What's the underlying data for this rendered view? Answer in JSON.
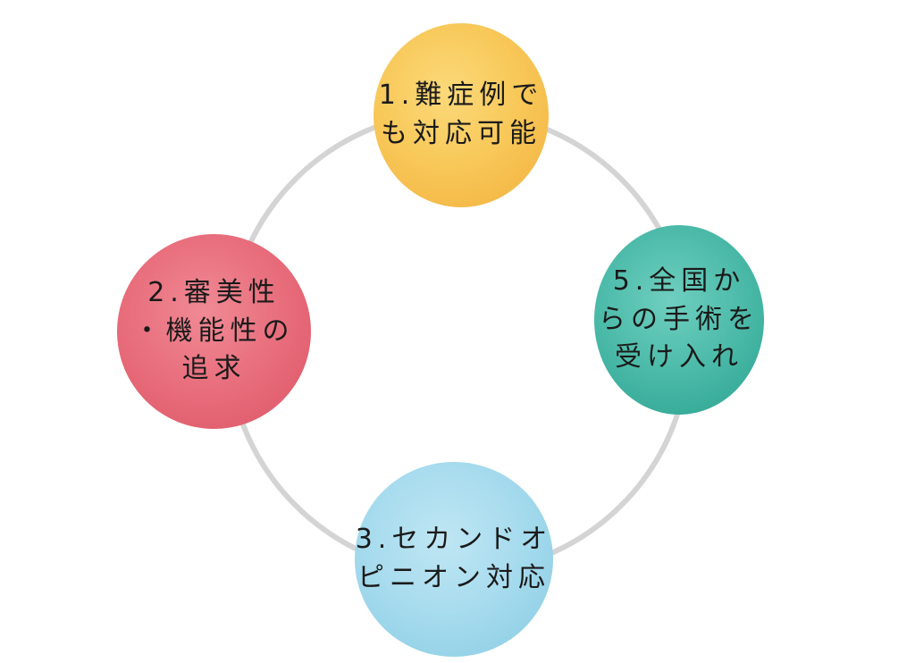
{
  "diagram": {
    "nodes": [
      {
        "id": "1",
        "label": "1.難症例で\nも対応可能",
        "color": "#f8c95a"
      },
      {
        "id": "2",
        "label": "2.審美性\n・機能性の\n追求",
        "color": "#e9707e"
      },
      {
        "id": "3",
        "label": "3.セカンドオ\nピニオン対応",
        "color": "#a8dcee"
      },
      {
        "id": "5",
        "label": "5.全国か\nらの手術を\n受け入れ",
        "color": "#4fbcab"
      }
    ],
    "ring_color": "#d4d4d4"
  }
}
